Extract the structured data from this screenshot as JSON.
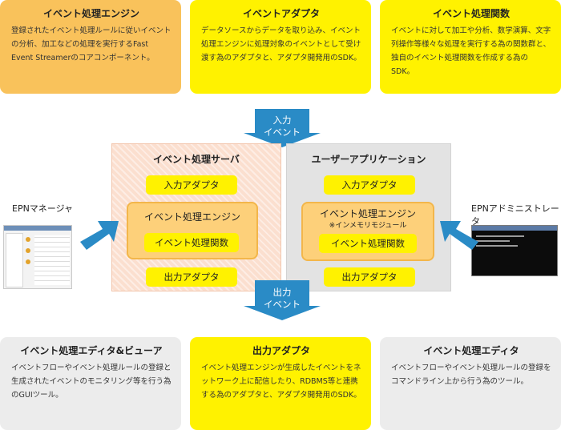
{
  "top_cards": [
    {
      "title": "イベント処理エンジン",
      "text": "登録されたイベント処理ルールに従いイベントの分析、加工などの処理を実行するFast Event Streamerのコアコンポーネント。",
      "color": "#f9c25b"
    },
    {
      "title": "イベントアダプタ",
      "text": "データソースからデータを取り込み、イベント処理エンジンに処理対象のイベントとして受け渡す為のアダプタと、アダプタ開発用のSDK。",
      "color": "#fff200"
    },
    {
      "title": "イベント処理関数",
      "text": "イベントに対して加工や分析、数学演算、文字列操作等様々な処理を実行する為の関数群と、独自のイベント処理関数を作成する為のSDK。",
      "color": "#fff200"
    }
  ],
  "bottom_cards": [
    {
      "title": "イベント処理エディタ&ビューア",
      "text": "イベントフローやイベント処理ルールの登録と生成されたイベントのモニタリング等を行う為のGUIツール。",
      "color": "#ececec"
    },
    {
      "title": "出力アダプタ",
      "text": "イベント処理エンジンが生成したイベントをネットワーク上に配信したり、RDBMS等と連携する為のアダプタと、アダプタ開発用のSDK。",
      "color": "#fff200"
    },
    {
      "title": "イベント処理エディタ",
      "text": "イベントフローやイベント処理ルールの登録をコマンドライン上から行う為のツール。",
      "color": "#ececec"
    }
  ],
  "input_arrow": {
    "label_line1": "入力",
    "label_line2": "イベント"
  },
  "output_arrow": {
    "label_line1": "出力",
    "label_line2": "イベント"
  },
  "server": {
    "title": "イベント処理サーバ",
    "input_adapter": "入力アダプタ",
    "engine": "イベント処理エンジン",
    "function": "イベント処理関数",
    "output_adapter": "出力アダプタ"
  },
  "user_app": {
    "title": "ユーザーアプリケーション",
    "input_adapter": "入力アダプタ",
    "engine": "イベント処理エンジン",
    "engine_note": "※インメモリモジュール",
    "function": "イベント処理関数",
    "output_adapter": "出力アダプタ"
  },
  "left_tool": {
    "label": "EPNマネージャ"
  },
  "right_tool": {
    "label": "EPNアドミニストレータ"
  },
  "colors": {
    "arrow": "#2a8bc6",
    "yellow": "#fff200",
    "orange": "#f9c25b",
    "gray": "#ececec"
  }
}
